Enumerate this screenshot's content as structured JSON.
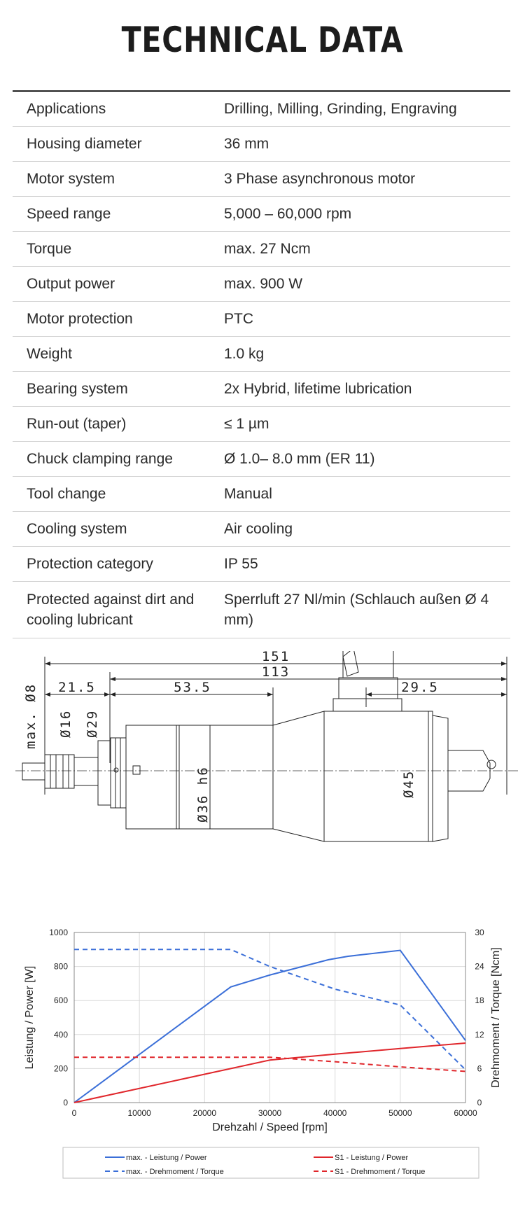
{
  "title": "TECHNICAL DATA",
  "specs": [
    {
      "label": "Applications",
      "value": "Drilling, Milling, Grinding, Engraving"
    },
    {
      "label": "Housing diameter",
      "value": "36 mm"
    },
    {
      "label": "Motor system",
      "value": "3 Phase asynchronous motor"
    },
    {
      "label": "Speed range",
      "value": "5,000 – 60,000 rpm"
    },
    {
      "label": "Torque",
      "value": "max. 27 Ncm"
    },
    {
      "label": "Output power",
      "value": "max. 900 W"
    },
    {
      "label": "Motor protection",
      "value": "PTC"
    },
    {
      "label": "Weight",
      "value": "1.0 kg"
    },
    {
      "label": "Bearing system",
      "value": "2x Hybrid, lifetime lubrication"
    },
    {
      "label": "Run-out (taper)",
      "value": "≤ 1 µm"
    },
    {
      "label": "Chuck clamping range",
      "value": "Ø 1.0– 8.0 mm (ER 11)"
    },
    {
      "label": "Tool change",
      "value": "Manual"
    },
    {
      "label": "Cooling system",
      "value": "Air cooling"
    },
    {
      "label": "Protection category",
      "value": "IP 55"
    },
    {
      "label": "Protected against dirt and cooling lubricant",
      "value": "Sperrluft 27 Nl/min (Schlauch außen Ø 4 mm)"
    }
  ],
  "drawing": {
    "dims": {
      "total": "151",
      "body": "113",
      "front": "21.5",
      "mid": "53.5",
      "rear": "29.5",
      "max_d": "max. Ø8",
      "d16": "Ø16",
      "d29": "Ø29",
      "d36": "Ø36 h6",
      "d45": "Ø45"
    }
  },
  "chart_data": {
    "type": "line",
    "xlabel": "Drehzahl / Speed [rpm]",
    "ylabel": "Leistung / Power [W]",
    "y2label": "Drehmoment / Torque [Ncm]",
    "xlim": [
      0,
      60000
    ],
    "ylim": [
      0,
      1000
    ],
    "y2lim": [
      0,
      30
    ],
    "xticks": [
      0,
      10000,
      20000,
      30000,
      40000,
      50000,
      60000
    ],
    "yticks": [
      0,
      200,
      400,
      600,
      800,
      1000
    ],
    "y2ticks": [
      0,
      6,
      12,
      18,
      24,
      30
    ],
    "grid": true,
    "legend_position": "bottom",
    "series": [
      {
        "name": "max. - Leistung / Power",
        "axis": "left",
        "color": "#3b6fd8",
        "dash": "solid",
        "x": [
          0,
          24000,
          30000,
          39000,
          42000,
          50000,
          60000
        ],
        "y": [
          0,
          680,
          750,
          840,
          860,
          895,
          365
        ]
      },
      {
        "name": "max. - Drehmoment / Torque",
        "axis": "right",
        "color": "#3b6fd8",
        "dash": "dashed",
        "x": [
          0,
          24000,
          30000,
          40000,
          50000,
          60000
        ],
        "y": [
          27,
          27,
          24,
          20,
          17.2,
          5.8
        ]
      },
      {
        "name": "S1 - Leistung / Power",
        "axis": "left",
        "color": "#e0262b",
        "dash": "solid",
        "x": [
          0,
          30000,
          40000,
          50000,
          60000
        ],
        "y": [
          0,
          250,
          285,
          318,
          350
        ]
      },
      {
        "name": "S1 - Drehmoment / Torque",
        "axis": "right",
        "color": "#e0262b",
        "dash": "dashed",
        "x": [
          0,
          30000,
          40000,
          50000,
          60000
        ],
        "y": [
          8,
          8,
          7.2,
          6.3,
          5.5
        ]
      }
    ]
  }
}
